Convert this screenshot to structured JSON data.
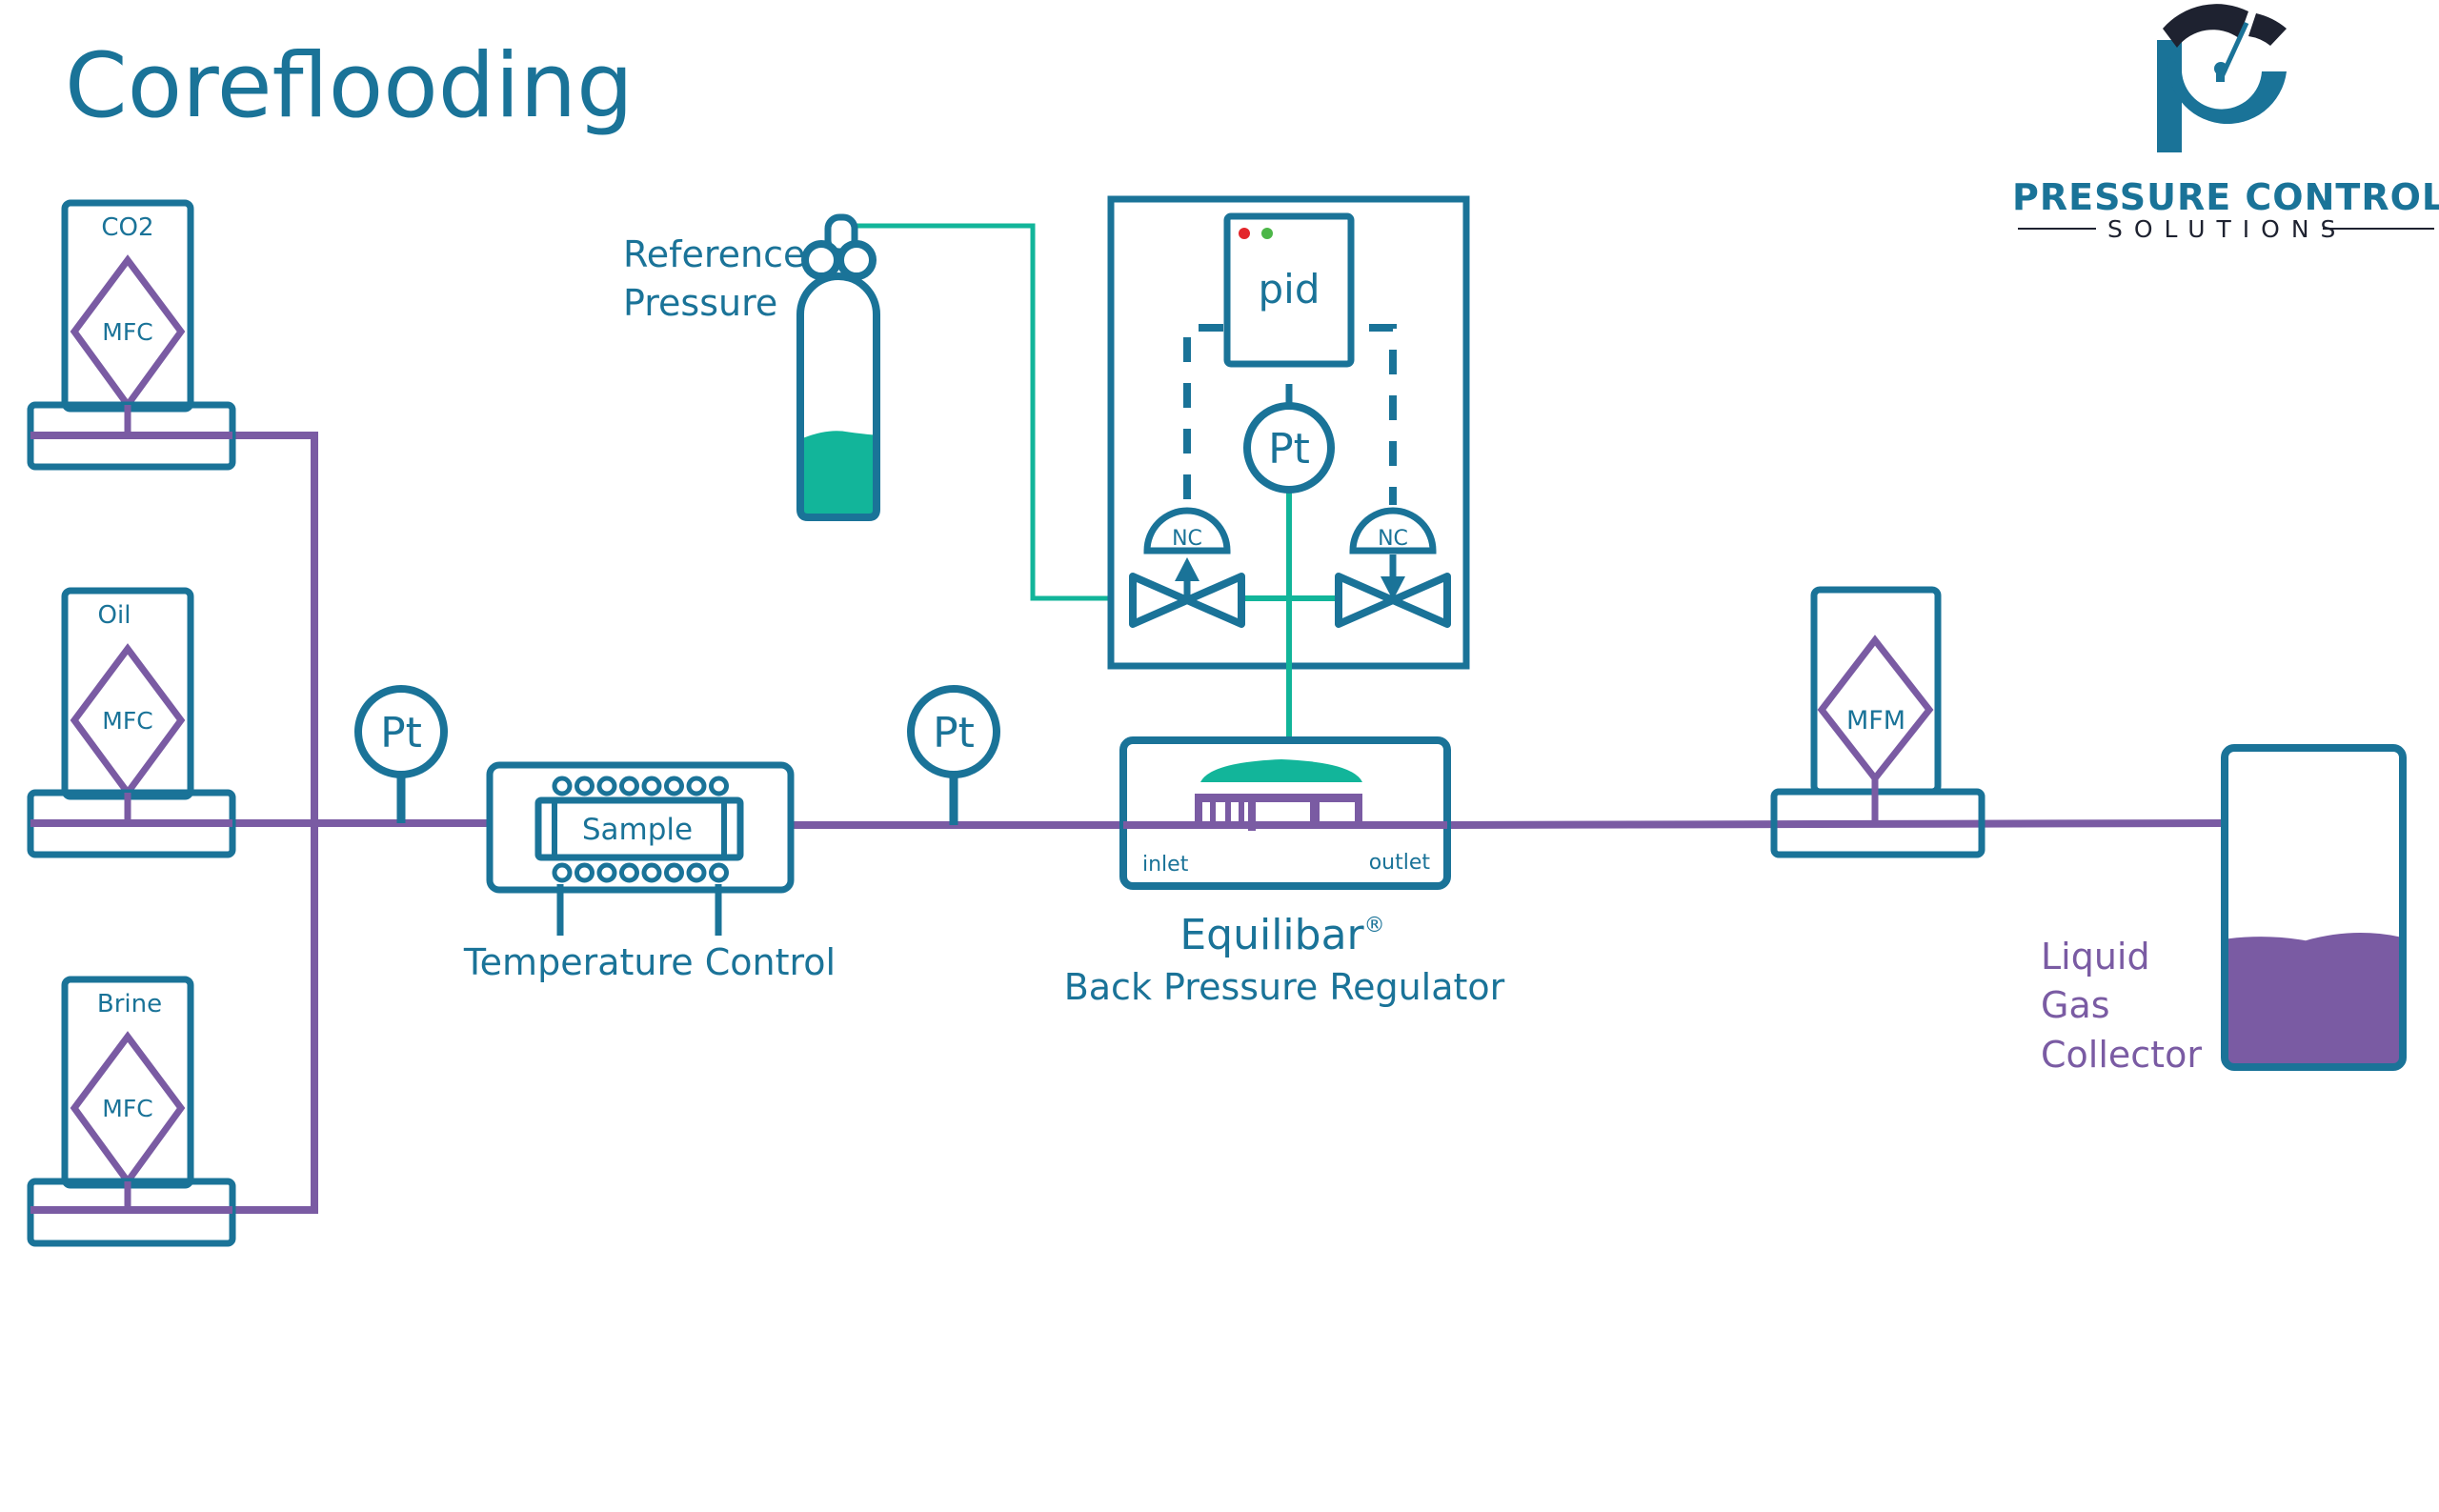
{
  "title": "Coreflooding",
  "logo": {
    "name": "PRESSURE CONTROL",
    "tagline": "SOLUTIONS"
  },
  "colors": {
    "equipment": "#1a7398",
    "process_line": "#7a5ba3",
    "reference_line": "#12b59a",
    "logo_dark": "#1e2230",
    "indicator_red": "#e3262b",
    "indicator_green": "#4cb648"
  },
  "sources": [
    {
      "fluid": "CO2",
      "device": "MFC"
    },
    {
      "fluid": "Oil",
      "device": "MFC"
    },
    {
      "fluid": "Brine",
      "device": "MFC"
    }
  ],
  "gauges": {
    "inlet": "Pt",
    "outlet": "Pt",
    "controller": "Pt"
  },
  "core_holder": {
    "sample_label": "Sample",
    "caption": "Temperature Control"
  },
  "reference": {
    "caption_line1": "Reference",
    "caption_line2": "Pressure",
    "fill_fraction": 0.35
  },
  "controller": {
    "label": "pid",
    "valves": [
      {
        "label": "NC",
        "direction": "up"
      },
      {
        "label": "NC",
        "direction": "down"
      }
    ]
  },
  "bpr": {
    "inlet_label": "inlet",
    "outlet_label": "outlet",
    "brand": "Equilibar",
    "brand_mark": "®",
    "caption": "Back Pressure Regulator"
  },
  "flow_meter": {
    "device": "MFM"
  },
  "collector": {
    "caption_line1": "Liquid",
    "caption_line2": "Gas",
    "caption_line3": "Collector",
    "fill_fraction": 0.4
  }
}
